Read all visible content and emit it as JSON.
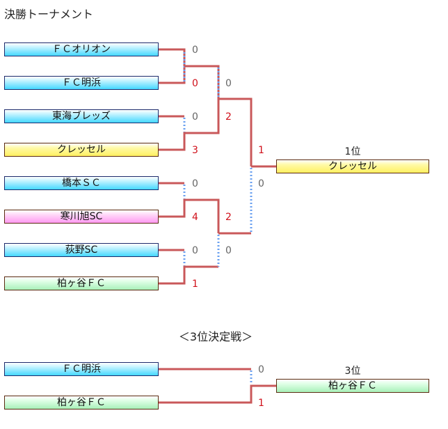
{
  "title": "決勝トーナメント",
  "colors": {
    "line_red": "#c9585a",
    "line_blue": "#6aa0f0",
    "win_score": "#d0101a",
    "lose_score": "#666666"
  },
  "round1": [
    {
      "team": "ＦＣオリオン",
      "score": "0"
    },
    {
      "team": "ＦＣ明浜",
      "score": "0"
    },
    {
      "team": "東海ブレッズ",
      "score": "0"
    },
    {
      "team": "クレッセル",
      "score": "3"
    },
    {
      "team": "橋本ＳＣ",
      "score": "0"
    },
    {
      "team": "寒川旭SC",
      "score": "4"
    },
    {
      "team": "荻野SC",
      "score": "0"
    },
    {
      "team": "柏ヶ谷ＦＣ",
      "score": "1"
    }
  ],
  "semifinal_scores": [
    "0",
    "2",
    "2",
    "0"
  ],
  "final_scores": [
    "1",
    "0"
  ],
  "champion": {
    "rank": "1位",
    "team": "クレッセル"
  },
  "third_place": {
    "title": "＜3位決定戦＞",
    "teams": [
      {
        "team": "ＦＣ明浜",
        "score": "0"
      },
      {
        "team": "柏ヶ谷ＦＣ",
        "score": "1"
      }
    ],
    "winner": {
      "rank": "3位",
      "team": "柏ヶ谷ＦＣ"
    }
  }
}
